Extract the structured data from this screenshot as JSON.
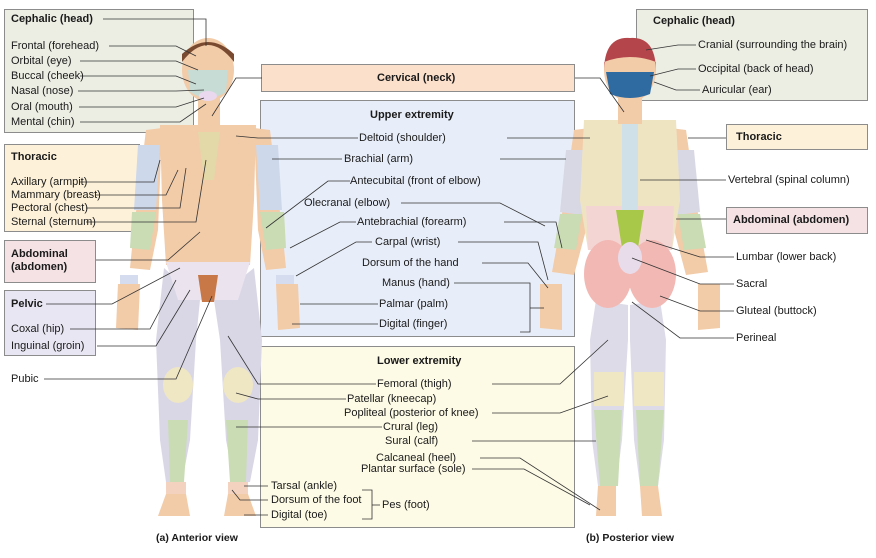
{
  "colors": {
    "head_box": "#eceee4",
    "thoracic_box": "#fdf1d9",
    "abdominal_box": "#f4e2e4",
    "pelvic_box": "#e8e6f2",
    "cervical_box": "#fbe0cc",
    "upper_box": "#e8eef9",
    "lower_box": "#fdfbe6",
    "skin": "#f2cba8",
    "line": "#333333"
  },
  "anterior": {
    "cephalic": "Cephalic (head)",
    "head_items": [
      "Frontal (forehead)",
      "Orbital (eye)",
      "Buccal (cheek)",
      "Nasal (nose)",
      "Oral (mouth)",
      "Mental (chin)"
    ],
    "thoracic": "Thoracic",
    "thoracic_items": [
      "Axillary (armpit)",
      "Mammary (breast)",
      "Pectoral (chest)",
      "Sternal (sternum)"
    ],
    "abdominal": "Abdominal (abdomen)",
    "pelvic": "Pelvic",
    "pelvic_items": [
      "Coxal (hip)",
      "Inguinal (groin)"
    ],
    "pubic": "Pubic",
    "caption": "(a) Anterior view"
  },
  "center": {
    "cervical": "Cervical (neck)",
    "upper_title": "Upper extremity",
    "upper_items": [
      "Deltoid (shoulder)",
      "Brachial (arm)",
      "Antecubital (front of elbow)",
      "Olecranal (elbow)",
      "Antebrachial (forearm)",
      "Carpal (wrist)",
      "Dorsum of the hand",
      "Manus (hand)",
      "Palmar (palm)",
      "Digital (finger)"
    ],
    "lower_title": "Lower extremity",
    "lower_items": [
      "Femoral (thigh)",
      "Patellar (kneecap)",
      "Popliteal (posterior of knee)",
      "Crural (leg)",
      "Sural (calf)",
      "Calcaneal (heel)",
      "Plantar surface (sole)"
    ],
    "foot_items": [
      "Tarsal (ankle)",
      "Dorsum of the foot",
      "Digital (toe)"
    ],
    "pes": "Pes (foot)"
  },
  "posterior": {
    "cephalic": "Cephalic (head)",
    "head_items": [
      "Cranial (surrounding the brain)",
      "Occipital (back of head)",
      "Auricular (ear)"
    ],
    "thoracic": "Thoracic",
    "vertebral": "Vertebral (spinal column)",
    "abdominal": "Abdominal (abdomen)",
    "back_items": [
      "Lumbar (lower back)",
      "Sacral",
      "Gluteal (buttock)",
      "Perineal"
    ],
    "caption": "(b) Posterior view"
  }
}
